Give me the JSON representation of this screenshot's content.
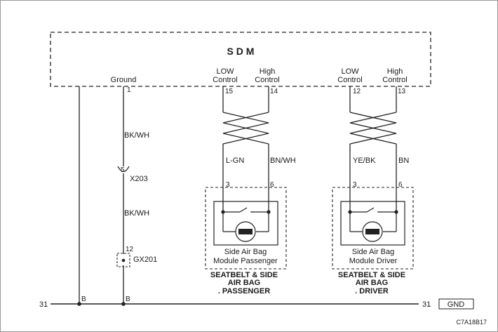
{
  "sdm": {
    "title": "S D M"
  },
  "sdm_pins": {
    "ground_label": "Ground",
    "ground_pin": "1",
    "pass_low_label": [
      "LOW",
      "Control"
    ],
    "pass_low_pin": "15",
    "pass_high_label": [
      "High",
      "Control"
    ],
    "pass_high_pin": "14",
    "drv_low_label": [
      "LOW",
      "Control"
    ],
    "drv_low_pin": "12",
    "drv_high_label": [
      "High",
      "Control"
    ],
    "drv_high_pin": "13"
  },
  "ground_wire": {
    "color_top": "BK/WH",
    "connector_pin": "5",
    "connector_name": "X203",
    "color_bottom": "BK/WH",
    "ground_pin": "12",
    "ground_name": "GX201"
  },
  "passenger": {
    "wire_low": "L-GN",
    "wire_high": "BN/WH",
    "pin_low": "3",
    "pin_high": "6",
    "module_label": [
      "Side Air Bag",
      "Module Passenger"
    ],
    "title": [
      "SEATBELT & SIDE",
      "AIR BAG",
      ". PASSENGER"
    ]
  },
  "driver": {
    "wire_low": "YE/BK",
    "wire_high": "BN",
    "pin_low": "3",
    "pin_high": "6",
    "module_label": [
      "Side Air Bag",
      "Module Driver"
    ],
    "title": [
      "SEATBELT & SIDE",
      "AIR BAG",
      ". DRIVER"
    ]
  },
  "bus": {
    "left_number": "31",
    "right_number": "31",
    "splice_left": "B",
    "splice_right": "B",
    "gnd_label": "GND"
  },
  "figure_id": "C7A18B17"
}
